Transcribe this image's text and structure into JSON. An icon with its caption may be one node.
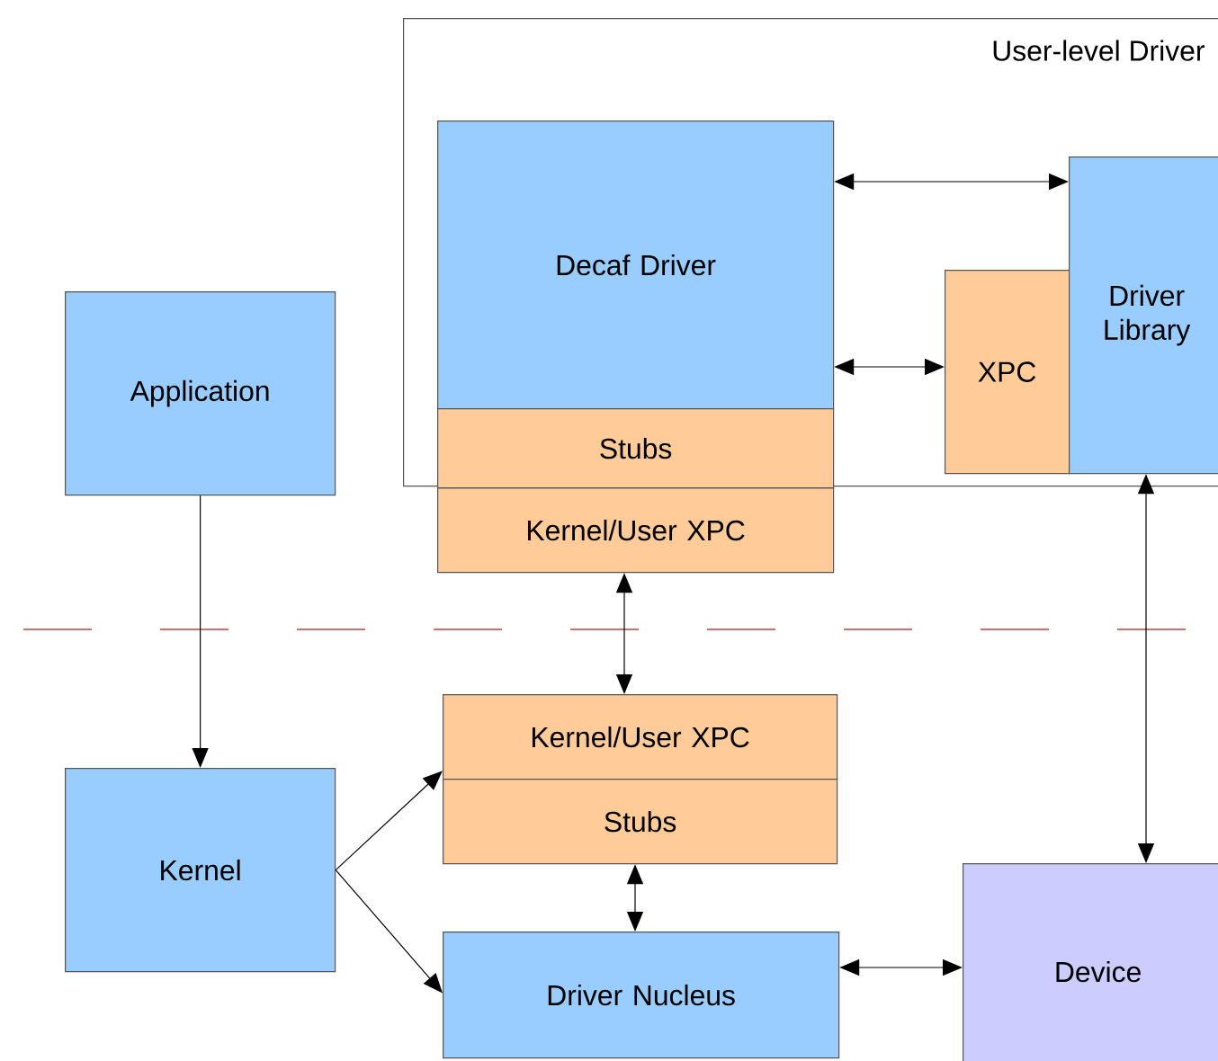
{
  "diagram": {
    "nodes": [
      {
        "text": [
          "User-level Driver"
        ]
      },
      {
        "text": [
          "Decaf Driver"
        ],
        "in": 0
      },
      {
        "text": [
          "Stubs"
        ],
        "in": 0
      },
      {
        "text": [
          "Kernel/User XPC"
        ]
      },
      {
        "text": [
          "XPC"
        ],
        "in": 0
      },
      {
        "text": [
          "Driver Library"
        ],
        "in": 0
      },
      {
        "text": [
          "Application"
        ]
      },
      {
        "text": [
          "Kernel"
        ]
      },
      {
        "text": [
          "Kernel/User XPC"
        ]
      },
      {
        "text": [
          "Stubs"
        ]
      },
      {
        "text": [
          "Driver Nucleus"
        ]
      },
      {
        "text": [
          "Device"
        ]
      }
    ],
    "edges": [
      {
        "from": 1,
        "to": 5,
        "arrow": "both"
      },
      {
        "from": 1,
        "to": 4,
        "arrow": "both"
      },
      {
        "from": 3,
        "to": 8,
        "arrow": "both"
      },
      {
        "from": 6,
        "to": 7,
        "arrow": "to"
      },
      {
        "from": 7,
        "to": 8,
        "arrow": "to"
      },
      {
        "from": 7,
        "to": 10,
        "arrow": "to"
      },
      {
        "from": 9,
        "to": 10,
        "arrow": "both"
      },
      {
        "from": 10,
        "to": 11,
        "arrow": "both"
      },
      {
        "from": 5,
        "to": 11,
        "arrow": "both"
      }
    ]
  }
}
